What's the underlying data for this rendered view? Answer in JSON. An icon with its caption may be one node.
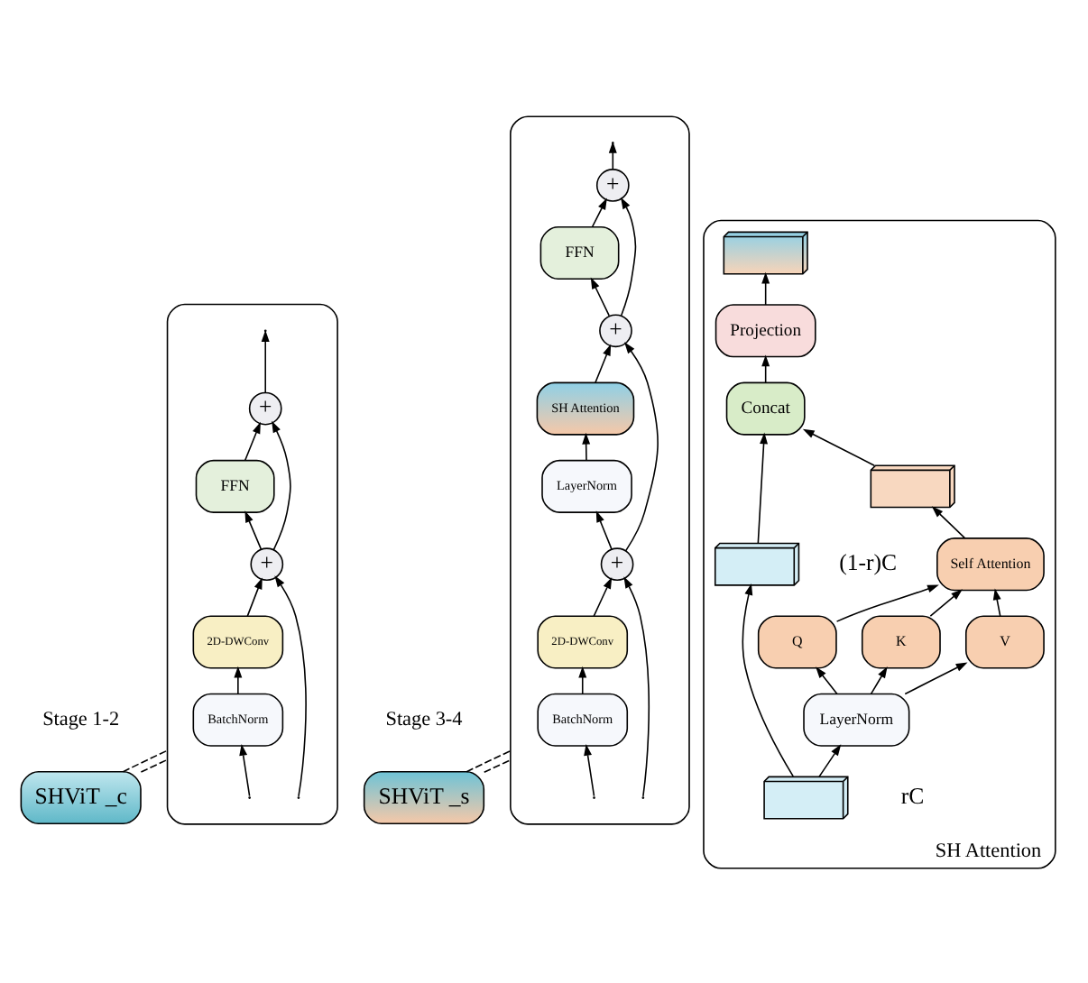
{
  "diagram": {
    "nodes": [
      {
        "text": [
          "SHViT _c"
        ],
        "beside": [
          "Stage 1-2"
        ]
      },
      {
        "text": [],
        "shape": "box"
      },
      {
        "text": [
          "BatchNorm"
        ],
        "in": 1
      },
      {
        "text": [
          "2D-DWConv"
        ],
        "in": 1
      },
      {
        "text": [
          "+"
        ],
        "in": 1
      },
      {
        "text": [
          "FFN"
        ],
        "in": 1
      },
      {
        "text": [
          "+"
        ],
        "in": 1
      },
      {
        "text": [
          "SHViT _s"
        ],
        "beside": [
          "Stage 3-4"
        ]
      },
      {
        "text": [],
        "shape": "box"
      },
      {
        "text": [
          "BatchNorm"
        ],
        "in": 8
      },
      {
        "text": [
          "2D-DWConv"
        ],
        "in": 8
      },
      {
        "text": [
          "+"
        ],
        "in": 8
      },
      {
        "text": [
          "LayerNorm"
        ],
        "in": 8
      },
      {
        "text": [
          "SH Attention"
        ],
        "in": 8
      },
      {
        "text": [
          "+"
        ],
        "in": 8
      },
      {
        "text": [
          "FFN"
        ],
        "in": 8
      },
      {
        "text": [
          "+"
        ],
        "in": 8
      },
      {
        "text": [
          "SH Attention"
        ]
      },
      {
        "text": [],
        "shape": "box",
        "beside": [
          "(1-r)C"
        ],
        "in": 17
      },
      {
        "text": [],
        "shape": "box",
        "beside": [
          "rC"
        ],
        "in": 17
      },
      {
        "text": [
          "LayerNorm"
        ],
        "in": 17
      },
      {
        "text": [
          "Q"
        ],
        "in": 17
      },
      {
        "text": [
          "K"
        ],
        "in": 17
      },
      {
        "text": [
          "V"
        ],
        "in": 17
      },
      {
        "text": [
          "Self Attention"
        ],
        "in": 17
      },
      {
        "text": [],
        "shape": "box",
        "in": 17
      },
      {
        "text": [
          "Concat"
        ],
        "in": 17
      },
      {
        "text": [
          "Projection"
        ],
        "in": 17
      },
      {
        "text": [],
        "shape": "box",
        "in": 17
      }
    ],
    "edges": [
      {
        "from": 0,
        "to": 1,
        "arrow": "none",
        "style": "dashed"
      },
      {
        "from": 0,
        "to": 1,
        "arrow": "none",
        "style": "dashed"
      },
      {
        "from": null,
        "to": 2,
        "arrow": "to"
      },
      {
        "from": null,
        "to": 4,
        "arrow": "to"
      },
      {
        "from": 2,
        "to": 3,
        "arrow": "to"
      },
      {
        "from": 3,
        "to": 4,
        "arrow": "to"
      },
      {
        "from": 4,
        "to": 5,
        "arrow": "to"
      },
      {
        "from": 4,
        "to": 6,
        "arrow": "to"
      },
      {
        "from": 5,
        "to": 6,
        "arrow": "to"
      },
      {
        "from": 6,
        "to": null,
        "arrow": "to"
      },
      {
        "from": 7,
        "to": 8,
        "arrow": "none",
        "style": "dashed"
      },
      {
        "from": 7,
        "to": 8,
        "arrow": "none",
        "style": "dashed"
      },
      {
        "from": null,
        "to": 9,
        "arrow": "to"
      },
      {
        "from": null,
        "to": 11,
        "arrow": "to"
      },
      {
        "from": 9,
        "to": 10,
        "arrow": "to"
      },
      {
        "from": 10,
        "to": 11,
        "arrow": "to"
      },
      {
        "from": 11,
        "to": 12,
        "arrow": "to"
      },
      {
        "from": 11,
        "to": 14,
        "arrow": "to"
      },
      {
        "from": 12,
        "to": 13,
        "arrow": "to"
      },
      {
        "from": 13,
        "to": 14,
        "arrow": "to"
      },
      {
        "from": 14,
        "to": 15,
        "arrow": "to"
      },
      {
        "from": 14,
        "to": 16,
        "arrow": "to"
      },
      {
        "from": 15,
        "to": 16,
        "arrow": "to"
      },
      {
        "from": 16,
        "to": null,
        "arrow": "to"
      },
      {
        "from": 19,
        "to": 18,
        "arrow": "to"
      },
      {
        "from": 19,
        "to": 20,
        "arrow": "to"
      },
      {
        "from": 20,
        "to": 21,
        "arrow": "to"
      },
      {
        "from": 20,
        "to": 22,
        "arrow": "to"
      },
      {
        "from": 20,
        "to": 23,
        "arrow": "to"
      },
      {
        "from": 21,
        "to": 24,
        "arrow": "to"
      },
      {
        "from": 22,
        "to": 24,
        "arrow": "to"
      },
      {
        "from": 23,
        "to": 24,
        "arrow": "to"
      },
      {
        "from": 24,
        "to": 25,
        "arrow": "to"
      },
      {
        "from": 25,
        "to": 26,
        "arrow": "to"
      },
      {
        "from": 18,
        "to": 26,
        "arrow": "to"
      },
      {
        "from": 26,
        "to": 27,
        "arrow": "to"
      },
      {
        "from": 27,
        "to": 28,
        "arrow": "to"
      }
    ]
  }
}
